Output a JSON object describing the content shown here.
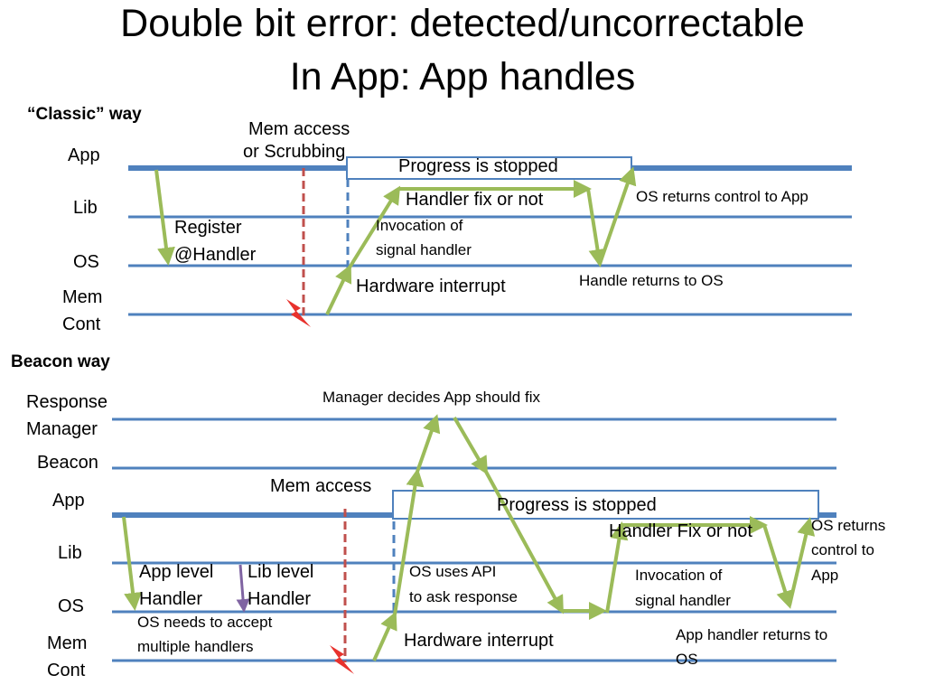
{
  "title": {
    "line1": "Double bit error: detected/uncorrectable",
    "line2": "In App: App handles"
  },
  "classic": {
    "heading": "“Classic” way",
    "lanes": {
      "app": "App",
      "lib": "Lib",
      "os": "OS",
      "mem1": "Mem",
      "mem2": "Cont"
    },
    "labels": {
      "mem_access1": "Mem access",
      "mem_access2": "or Scrubbing",
      "progress": "Progress is stopped",
      "handler_fix": "Handler fix or not",
      "os_returns": "OS returns control to App",
      "register1": "Register",
      "register2": "@Handler",
      "invocation1": "Invocation of",
      "invocation2": "signal handler",
      "hardware_interrupt": "Hardware interrupt",
      "handle_returns": "Handle returns to OS"
    }
  },
  "beacon": {
    "heading": "Beacon way",
    "lanes": {
      "rm1": "Response",
      "rm2": "Manager",
      "beacon": "Beacon",
      "app": "App",
      "lib": "Lib",
      "os": "OS",
      "mem1": "Mem",
      "mem2": "Cont"
    },
    "labels": {
      "manager_decides": "Manager decides App should fix",
      "mem_access": "Mem access",
      "progress": "Progress is stopped",
      "handler_fix": "Handler Fix or not",
      "os_returns1": "OS returns",
      "os_returns2": "control to",
      "os_returns3": "App",
      "app_level1": "App level",
      "app_level2": "Handler",
      "lib_level1": "Lib level",
      "lib_level2": "Handler",
      "os_uses1": "OS uses API",
      "os_uses2": "to ask response",
      "invocation1": "Invocation of",
      "invocation2": "signal handler",
      "os_needs1": "OS needs to accept",
      "os_needs2": "multiple handlers",
      "hardware_interrupt": "Hardware interrupt",
      "app_handler_returns1": "App handler returns to",
      "app_handler_returns2": "OS"
    }
  },
  "colors": {
    "lane_line": "#4f81bd",
    "arrow_green": "#9bbb59",
    "dashed_red": "#c0504d",
    "dashed_blue": "#4f81bd",
    "lightning": "#e8322d",
    "purple_arrow": "#8064a2"
  }
}
